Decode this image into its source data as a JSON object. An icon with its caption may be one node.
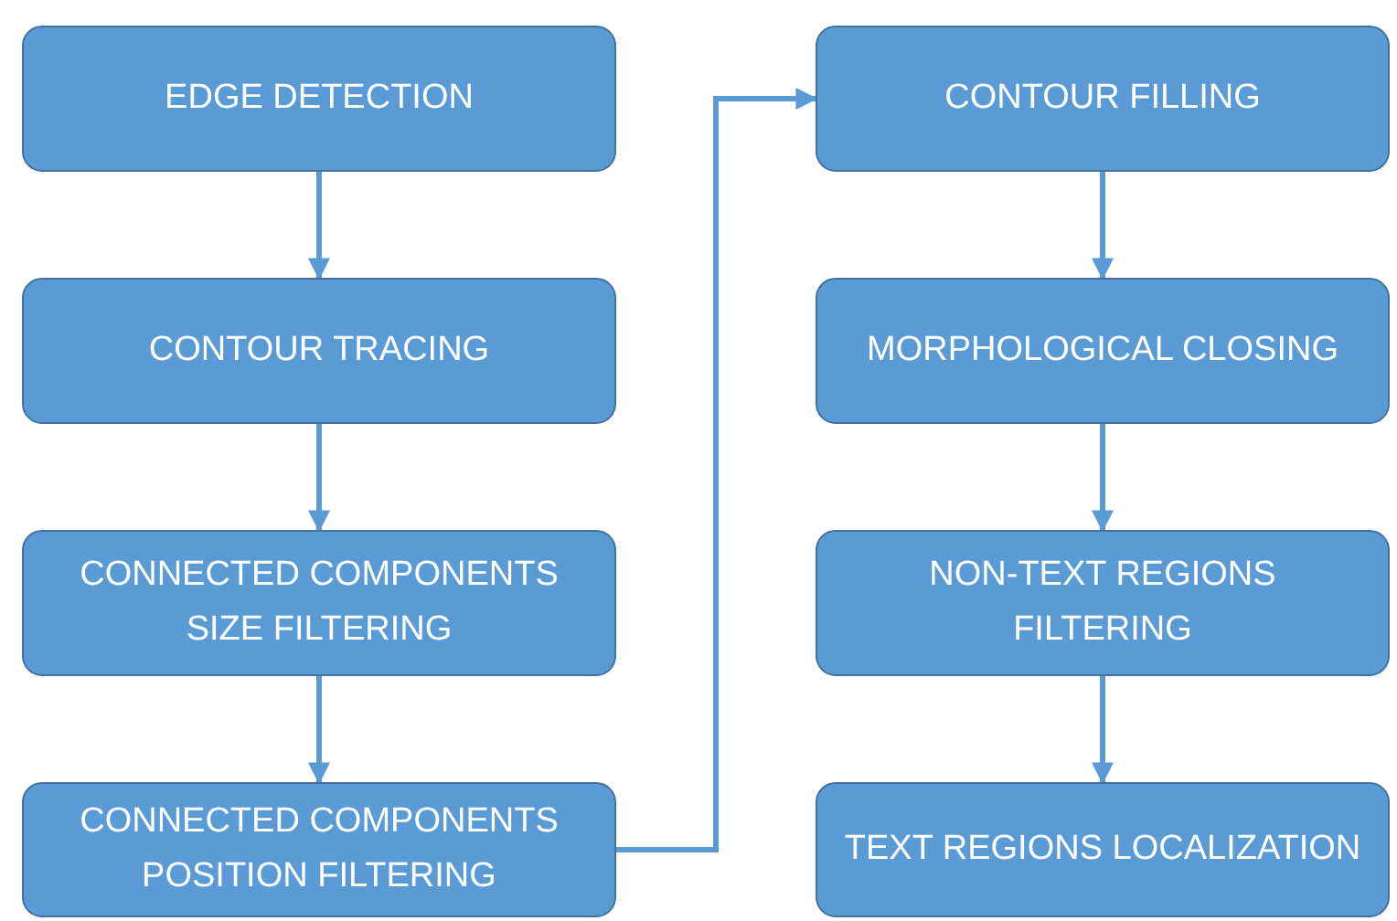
{
  "diagram": {
    "nodes": [
      {
        "text": [
          "EDGE DETECTION"
        ]
      },
      {
        "text": [
          "CONTOUR TRACING"
        ]
      },
      {
        "text": [
          "CONNECTED COMPONENTS SIZE FILTERING"
        ]
      },
      {
        "text": [
          "CONNECTED COMPONENTS POSITION FILTERING"
        ]
      },
      {
        "text": [
          "CONTOUR FILLING"
        ]
      },
      {
        "text": [
          "MORPHOLOGICAL CLOSING"
        ]
      },
      {
        "text": [
          "NON-TEXT REGIONS FILTERING"
        ]
      },
      {
        "text": [
          "TEXT REGIONS LOCALIZATION"
        ]
      }
    ],
    "edges": [
      {
        "from": 0,
        "to": 1,
        "arrow": "to"
      },
      {
        "from": 1,
        "to": 2,
        "arrow": "to"
      },
      {
        "from": 2,
        "to": 3,
        "arrow": "to"
      },
      {
        "from": 3,
        "to": 4,
        "arrow": "to"
      },
      {
        "from": 4,
        "to": 5,
        "arrow": "to"
      },
      {
        "from": 5,
        "to": 6,
        "arrow": "to"
      },
      {
        "from": 6,
        "to": 7,
        "arrow": "to"
      }
    ]
  }
}
